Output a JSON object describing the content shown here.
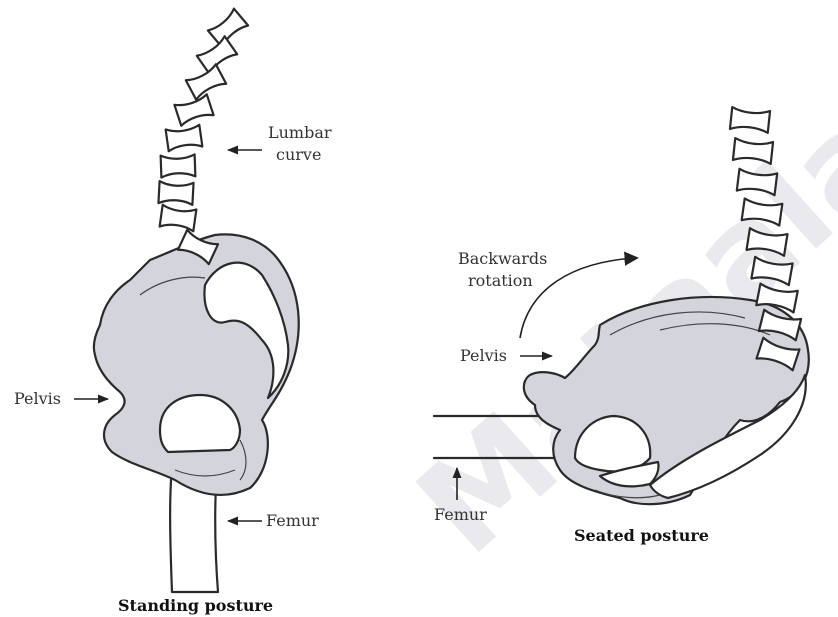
{
  "figure": {
    "labels": {
      "lumbar_line1": "Lumbar",
      "lumbar_line2": "curve",
      "backwards_line1": "Backwards",
      "backwards_line2": "rotation",
      "pelvis_left": "Pelvis",
      "pelvis_right": "Pelvis",
      "femur_left": "Femur",
      "femur_right": "Femur"
    },
    "captions": {
      "standing": "Standing posture",
      "seated": "Seated posture"
    },
    "watermark": "Mataala"
  }
}
